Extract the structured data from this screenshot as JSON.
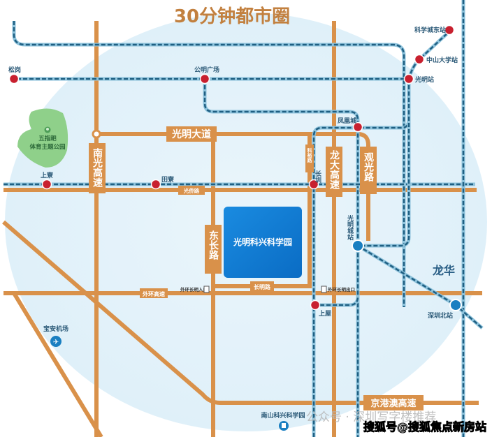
{
  "title": "30分钟都市圈",
  "center": {
    "name": "光明科兴科学园",
    "color": "#0a7bd0"
  },
  "roads": {
    "nanguang": "南光高速",
    "guangming_avenue": "光明大道",
    "longda": "龙大高速",
    "guanguang": "观光路",
    "kexiang": "科裕路",
    "dongchang": "东长路",
    "guangqiao": "光侨路",
    "waihuan": "外环高速",
    "changming": "长明路",
    "jinggangao": "京港澳高速",
    "entrance": "外环长明入口",
    "exit": "外环长明出口"
  },
  "stations": {
    "songgang": "松岗",
    "gongming_square": "公明广场",
    "kexuecheng_east": "科学城东站",
    "sysu": "中山大学站",
    "guangming": "光明站",
    "fenghuangcheng": "凤凰城",
    "shangliao": "上寮",
    "tianliao": "田寮",
    "changzhen": "长圳",
    "guangmingcheng": "光明城站",
    "shangwu": "上屋",
    "shenzhen_north": "深圳北站"
  },
  "places": {
    "park_line1": "五指耙",
    "park_line2": "体育主题公园",
    "airport": "宝安机场",
    "nanshan": "南山科兴科学园",
    "longhua": "龙华"
  },
  "watermarks": {
    "wechat": "公众号 · 深圳写字楼推荐",
    "sohu": "搜狐号@搜狐焦点新房站"
  },
  "colors": {
    "road": "#d9914a",
    "metro": "#1f5f82",
    "station": "#c8202f",
    "title": "#c2803f"
  }
}
